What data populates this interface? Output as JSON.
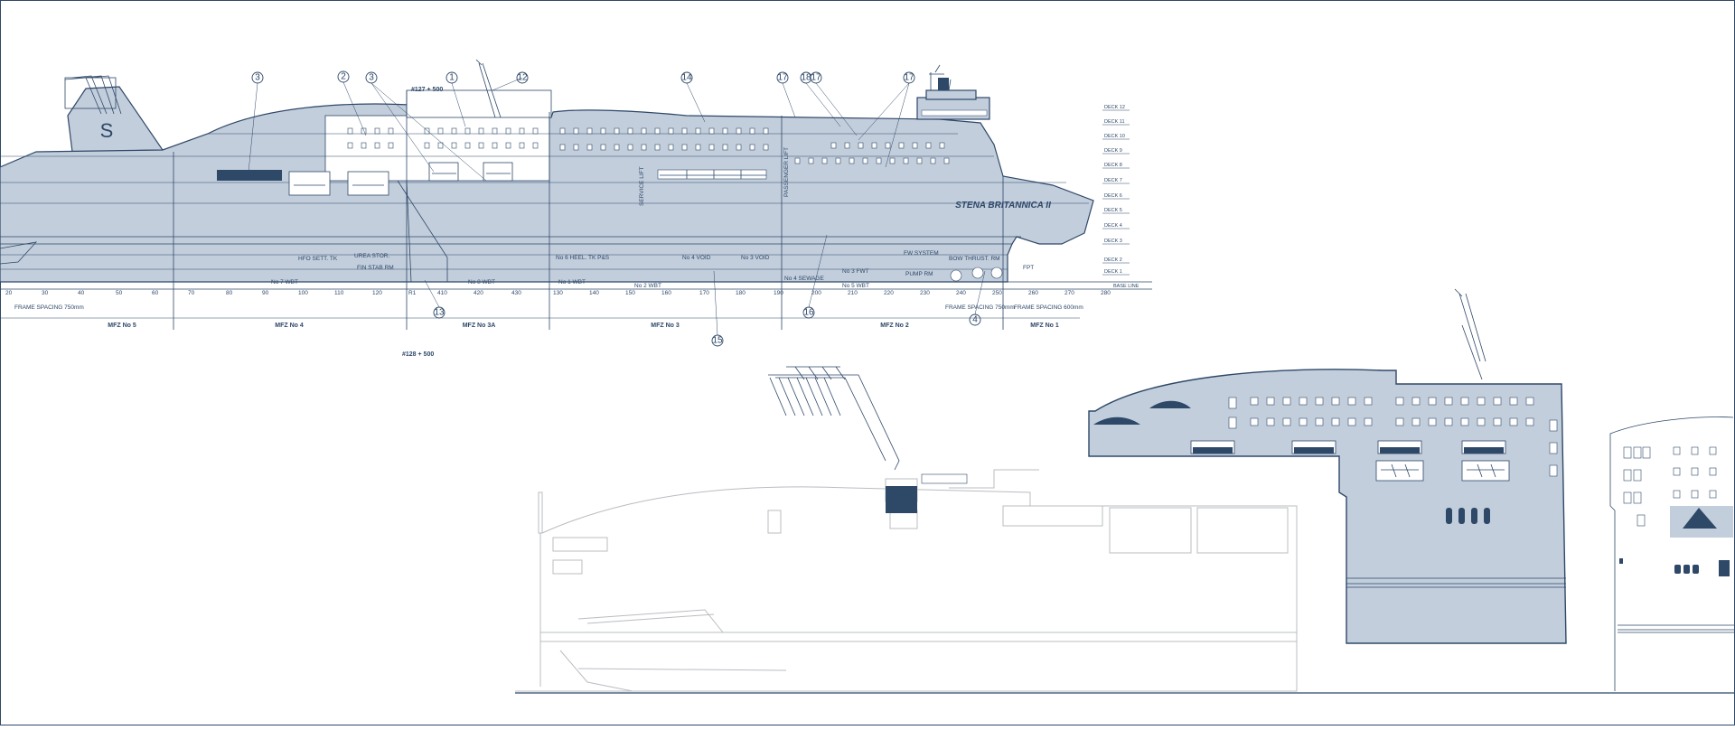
{
  "drawing": {
    "ship_name": "STENA BRITANNICA II",
    "funnel_letter": "S",
    "refs": [
      "#127 + 500",
      "#128 + 500"
    ],
    "decks": [
      "DECK 12",
      "DECK 11",
      "DECK 10",
      "DECK 9",
      "DECK 8",
      "DECK 7",
      "DECK 6",
      "DECK 5",
      "DECK 4",
      "DECK 3",
      "DECK 2",
      "DECK 1",
      "BASE LINE"
    ],
    "zones": [
      "MFZ No 5",
      "MFZ No 4",
      "MFZ No 3A",
      "MFZ No 3",
      "MFZ No 2",
      "MFZ No 1"
    ],
    "frame_spacing": [
      "FRAME SPACING 750mm",
      "FRAME SPACING 750mm",
      "FRAME SPACING 600mm"
    ],
    "frame_numbers": [
      "20",
      "30",
      "40",
      "50",
      "60",
      "70",
      "80",
      "90",
      "100",
      "110",
      "120",
      "R1",
      "410",
      "420",
      "430",
      "130",
      "140",
      "150",
      "160",
      "170",
      "180",
      "190",
      "200",
      "210",
      "220",
      "230",
      "240",
      "250",
      "260",
      "270",
      "280"
    ],
    "room_labels": [
      "FW SYSTEM",
      "PUMP RM",
      "BOW THRUST. RM",
      "FIN STAB RM",
      "HFO SETT. TK",
      "UREA STOR.",
      "SERVICE LIFT",
      "PASSENGER LIFT",
      "FPT",
      "No 6 HEEL. TK P&S",
      "No 4 VOID",
      "No 3 FWT",
      "No 5 WBT",
      "No 4 SEWAGE",
      "No 2 WBT",
      "No 1 WBT",
      "No 7 WBT",
      "No 8 WBT",
      "No 3 VOID"
    ],
    "callouts": [
      "3",
      "2",
      "3",
      "1",
      "12",
      "14",
      "17",
      "18",
      "17",
      "17",
      "13",
      "15",
      "16",
      "4"
    ]
  }
}
